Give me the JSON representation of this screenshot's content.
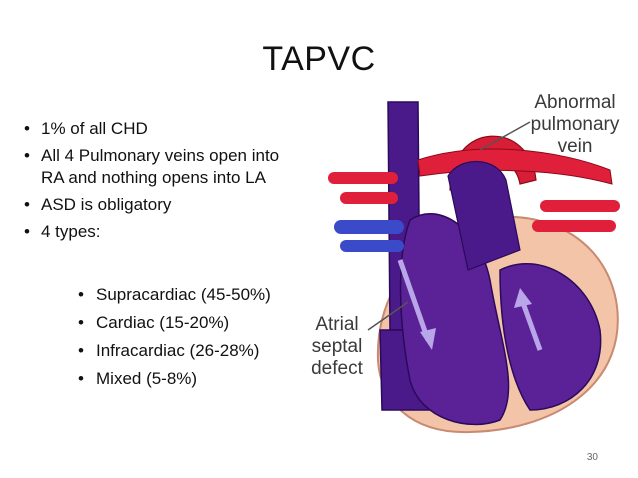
{
  "slide": {
    "title": "TAPVC",
    "bullets": [
      "1% of all CHD",
      "All 4 Pulmonary veins open into RA and nothing opens into LA",
      "ASD is obligatory",
      "4 types:"
    ],
    "types": [
      "Supracardiac (45-50%)",
      "Cardiac (15-20%)",
      "Infracardiac (26-28%)",
      "Mixed (5-8%)"
    ],
    "labels": {
      "abnormal_line1": "Abnormal",
      "abnormal_line2": "pulmonary vein",
      "asd_line1": "Atrial",
      "asd_line2": "septal",
      "asd_line3": "defect"
    },
    "page_number": "30"
  },
  "colors": {
    "deoxygenated": "#4a1a8a",
    "oxygenated": "#e0203a",
    "myocardium": "#f4c4a8"
  }
}
